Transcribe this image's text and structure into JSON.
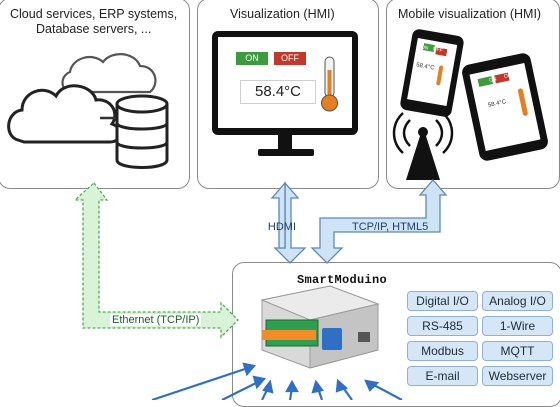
{
  "panels": {
    "cloud": {
      "title_line1": "Cloud services, ERP systems,",
      "title_line2": "Database servers, ..."
    },
    "hmi": {
      "title": "Visualization (HMI)"
    },
    "mobile": {
      "title": "Mobile visualization (HMI)"
    }
  },
  "hmi_screen": {
    "on_label": "ON",
    "off_label": "OFF",
    "temperature": "58.4°C"
  },
  "mobile_screen": {
    "on_label": "ON",
    "off_label": "OFF",
    "phone_temperature": "58.4°C",
    "tablet_temperature": "58.4°C"
  },
  "connections": {
    "ethernet": "Ethernet (TCP/IP)",
    "hmi_link": "HDMI",
    "mobile_link": "TCP/IP, HTML5"
  },
  "device": {
    "name": "SmartModuino"
  },
  "modules": [
    "Digital I/O",
    "Analog I/O",
    "RS-485",
    "1-Wire",
    "Modbus",
    "MQTT",
    "E-mail",
    "Webserver"
  ],
  "colors": {
    "ethernet_arrow": "#d9f3d9",
    "ethernet_border": "#4caf50",
    "link_arrow": "#cfe3f7",
    "link_border": "#5d88b8",
    "module_fill": "#d5e7f7",
    "on_button": "#3d9b3d",
    "off_button": "#c0392b",
    "input_arrows": "#2f6fc4"
  },
  "icons": [
    "cloud-icon",
    "database-icon",
    "monitor-icon",
    "thermometer-icon",
    "smartphone-icon",
    "tablet-icon",
    "antenna-icon",
    "controller-device-icon"
  ]
}
